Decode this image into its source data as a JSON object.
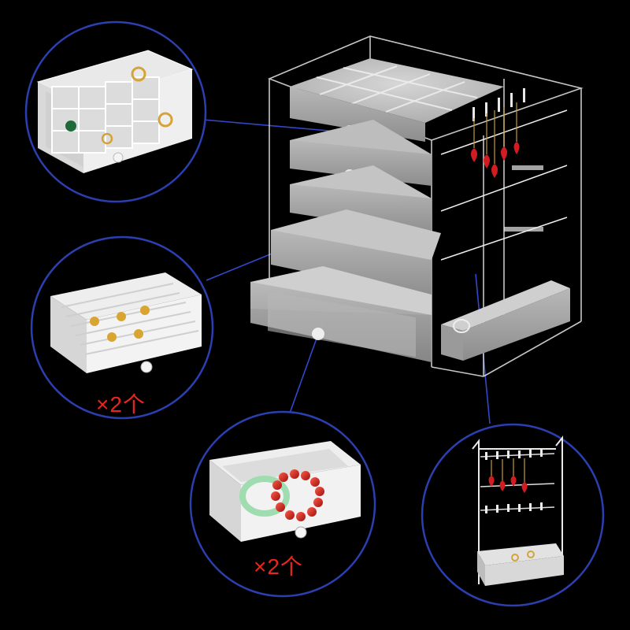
{
  "labels": {
    "ring_tray_qty": "×2个",
    "bangle_tray_qty": "×2个"
  },
  "colors": {
    "background": "#000000",
    "callout_circle": "#2b3fb0",
    "quantity_text": "#e8251f",
    "velvet": "#c9c9c9",
    "acrylic": "#e6e6e6",
    "earrings": "#d31c22",
    "bangle": "#9fdcb0",
    "beads": "#c8241e"
  },
  "callouts": [
    {
      "name": "compartment-tray-callout",
      "icon": "compartment-tray-icon"
    },
    {
      "name": "ring-tray-callout",
      "icon": "ring-slot-tray-icon"
    },
    {
      "name": "bangle-tray-callout",
      "icon": "bangle-tray-icon"
    },
    {
      "name": "earring-stand-callout",
      "icon": "earring-stand-icon"
    }
  ]
}
